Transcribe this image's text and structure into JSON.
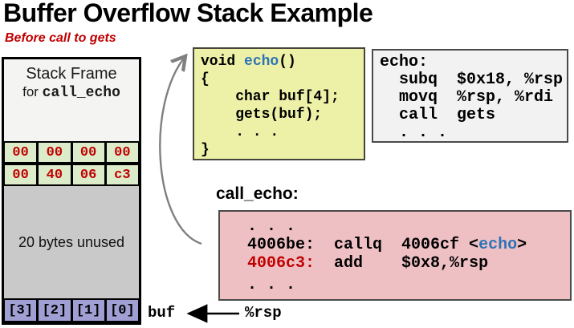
{
  "title": "Buffer Overflow Stack Example",
  "subtitle": "Before call to gets",
  "stack": {
    "frame_title": "Stack Frame",
    "frame_for": "for ",
    "frame_func": "call_echo",
    "row1": [
      "00",
      "00",
      "00",
      "00"
    ],
    "row2": [
      "00",
      "40",
      "06",
      "c3"
    ],
    "unused": "20 bytes unused",
    "buf_cells": [
      "[3]",
      "[2]",
      "[1]",
      "[0]"
    ],
    "buf_label": "buf",
    "rsp_label": "%rsp"
  },
  "c_code": {
    "kw": "void ",
    "func": "echo",
    "parens": "()",
    "open": "{",
    "body1": "    char buf[4];",
    "body2": "    gets(buf);",
    "dots": "    . . .",
    "close": "}"
  },
  "asm_echo": {
    "label": "echo:",
    "line1": "  subq  $0x18, %rsp",
    "line2": "  movq  %rsp, %rdi",
    "line3": "  call  gets",
    "dots": "  . . ."
  },
  "asm_call_echo": {
    "label": "call_echo:",
    "dots_top": "  . . .",
    "line1_pre": "  4006be:  callq  4006cf <",
    "line1_func": "echo",
    "line1_post": ">",
    "line2_addr": "  4006c3:",
    "line2_rest": "  add    $0x8,%rsp",
    "dots_bottom": "  . . ."
  },
  "colors": {
    "accent_red": "#c00000",
    "code_blue": "#2e74b5",
    "box_yellow": "#edf1a7",
    "box_gray": "#f2f2f2",
    "box_pink": "#eec0c4",
    "cell_green": "#dcebc9",
    "cell_purple": "#9f9fd4",
    "unused_gray": "#c9c9c9",
    "arrow_gray": "#808080"
  }
}
